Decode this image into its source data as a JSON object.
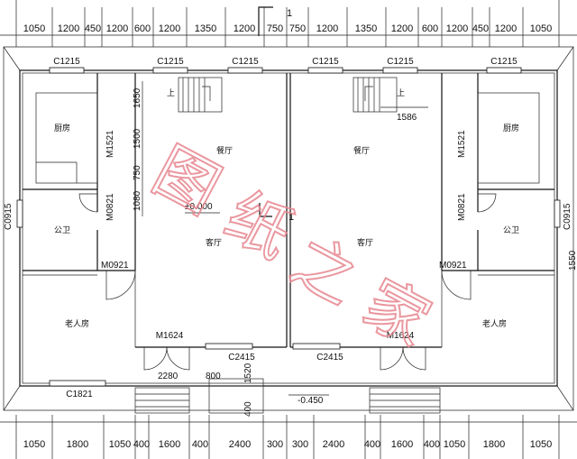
{
  "top_dims": [
    "1050",
    "1200",
    "450",
    "1200",
    "600",
    "1200",
    "1350",
    "1200",
    "750",
    "750",
    "1200",
    "1350",
    "1200",
    "600",
    "1200",
    "450",
    "1200",
    "1050"
  ],
  "bottom_dims": [
    "1050",
    "1800",
    "1050",
    "400",
    "1600",
    "400",
    "2400",
    "300",
    "300",
    "2400",
    "400",
    "1600",
    "400",
    "1050",
    "1800",
    "1050"
  ],
  "section_marker": "1",
  "windows": [
    "C1215",
    "C1215",
    "C1215",
    "C1215",
    "C1215",
    "C1215",
    "C0915",
    "C0915",
    "C2415",
    "C2415",
    "C1821"
  ],
  "doors": [
    "M1521",
    "M1521",
    "M0821",
    "M0821",
    "M0921",
    "M0921",
    "M1624",
    "M1624"
  ],
  "vertical_dims": [
    "1650",
    "1500",
    "750",
    "1080",
    "1520",
    "400",
    "1550"
  ],
  "other_dims": [
    "1586",
    "2280",
    "800"
  ],
  "elevations": [
    "±0.000",
    "-0.450"
  ],
  "stair_label": "上",
  "rooms": {
    "kitchen": "厨房",
    "dining": "餐厅",
    "bathroom": "公卫",
    "living": "客厅",
    "elder_room": "老人房"
  },
  "watermark": [
    "图",
    "纸",
    "之",
    "家"
  ]
}
